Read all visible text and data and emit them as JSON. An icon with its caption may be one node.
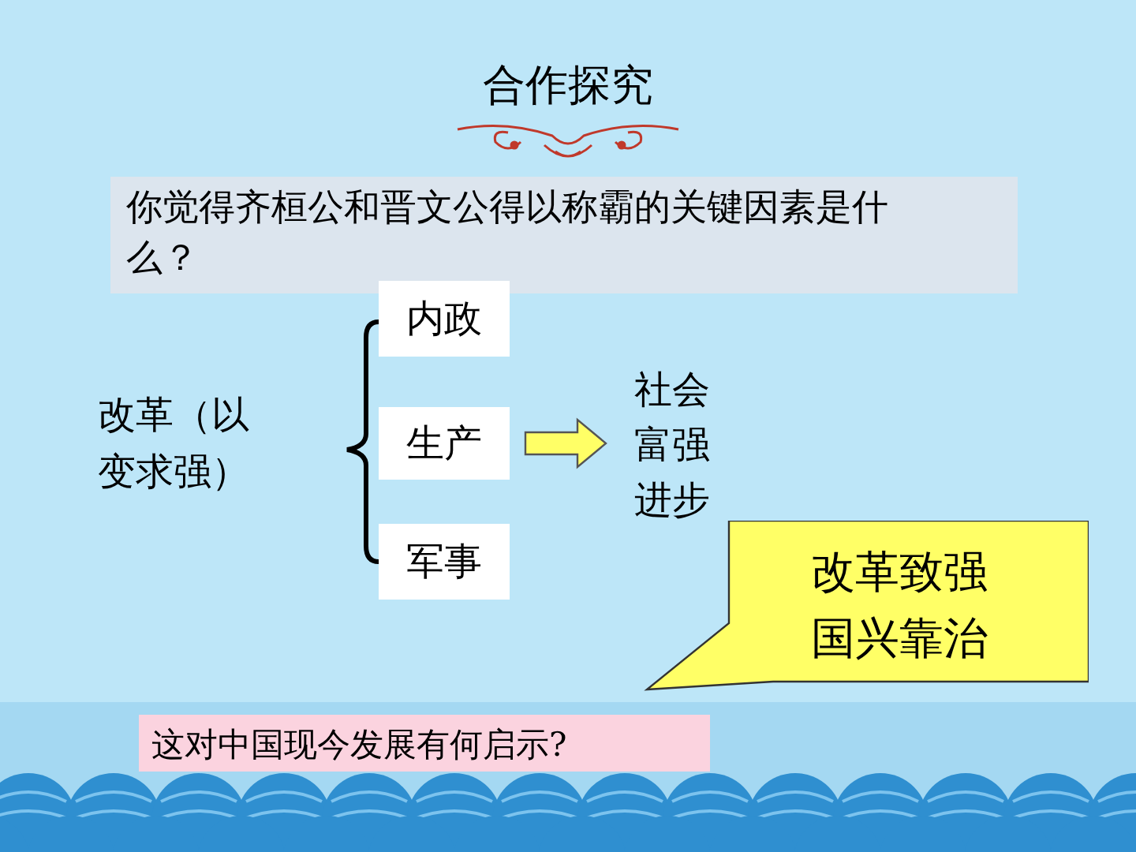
{
  "diagram": {
    "title": "合作探究",
    "nodes": [
      {
        "text": [
          "你觉得齐桓公和晋文公得以称霸的关键因素是什么？"
        ]
      },
      {
        "text": [
          "改革（以变求强）"
        ]
      },
      {
        "text": [
          "内政"
        ]
      },
      {
        "text": [
          "生产"
        ]
      },
      {
        "text": [
          "军事"
        ]
      },
      {
        "text": [
          "社会富强进步"
        ]
      },
      {
        "text": [
          "改革致强国兴靠治"
        ]
      },
      {
        "text": [
          "这对中国现今发展有何启示?"
        ]
      }
    ],
    "edges": [
      {
        "from": 3,
        "to": 5,
        "arrow": "to"
      }
    ]
  }
}
